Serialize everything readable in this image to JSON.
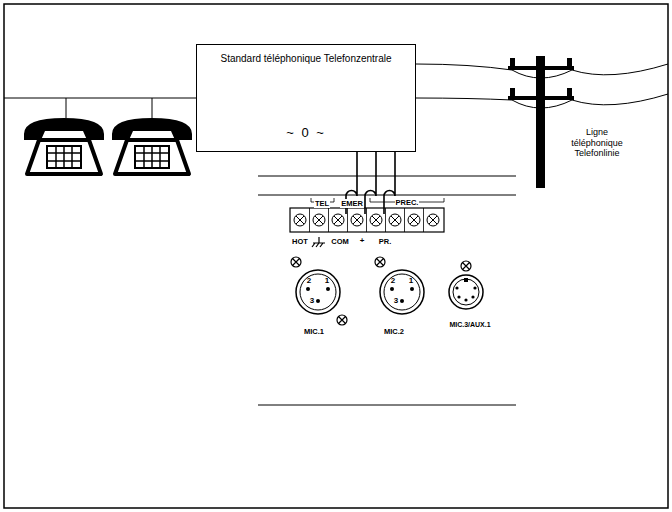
{
  "diagram": {
    "nodes": [
      {
        "text": [
          "Standard téléphonique Telefonzentrale",
          "~ 0 ~"
        ]
      }
    ],
    "labels": [
      "Ligne téléphonique Telefonlinie",
      "TEL",
      "EMER",
      "PREC.",
      "HOT",
      "COM",
      "+",
      "PR.",
      "MIC.1",
      "2",
      "1",
      "3",
      "MIC.2",
      "2",
      "1",
      "3",
      "MIC.3/AUX.1"
    ]
  }
}
